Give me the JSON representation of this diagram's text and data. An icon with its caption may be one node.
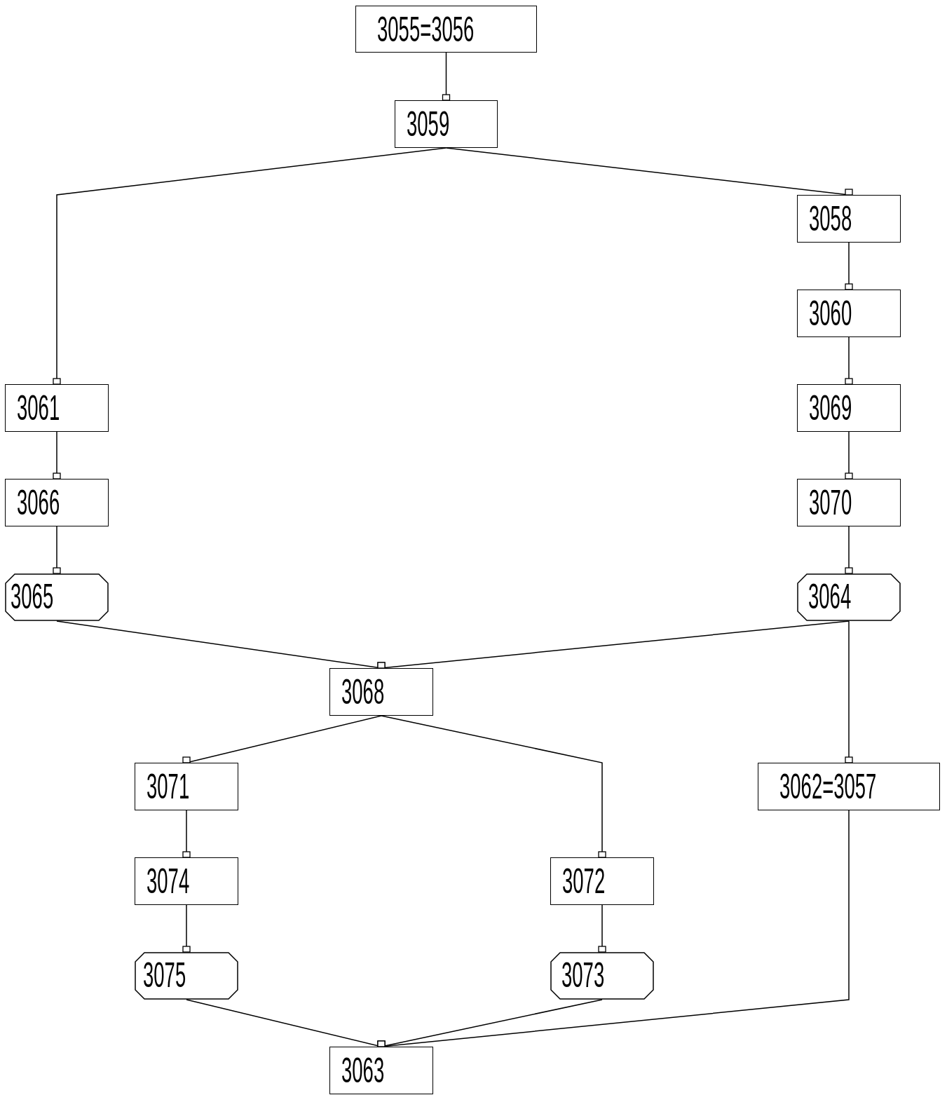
{
  "diagram": {
    "nodes": [
      {
        "text": [
          "3055=3056"
        ]
      },
      {
        "text": [
          "3059"
        ]
      },
      {
        "text": [
          "3058"
        ]
      },
      {
        "text": [
          "3060"
        ]
      },
      {
        "text": [
          "3061"
        ]
      },
      {
        "text": [
          "3069"
        ]
      },
      {
        "text": [
          "3066"
        ]
      },
      {
        "text": [
          "3070"
        ]
      },
      {
        "text": [
          "3065"
        ]
      },
      {
        "text": [
          "3064"
        ]
      },
      {
        "text": [
          "3068"
        ]
      },
      {
        "text": [
          "3071"
        ]
      },
      {
        "text": [
          "3062=3057"
        ]
      },
      {
        "text": [
          "3074"
        ]
      },
      {
        "text": [
          "3072"
        ]
      },
      {
        "text": [
          "3075"
        ]
      },
      {
        "text": [
          "3073"
        ]
      },
      {
        "text": [
          "3063"
        ]
      }
    ],
    "edges": [
      {
        "from": 0,
        "to": 1,
        "arrow": "other"
      },
      {
        "from": 1,
        "to": 4,
        "arrow": "other"
      },
      {
        "from": 1,
        "to": 2,
        "arrow": "other"
      },
      {
        "from": 2,
        "to": 3,
        "arrow": "other"
      },
      {
        "from": 3,
        "to": 5,
        "arrow": "other"
      },
      {
        "from": 5,
        "to": 7,
        "arrow": "other"
      },
      {
        "from": 7,
        "to": 9,
        "arrow": "other"
      },
      {
        "from": 4,
        "to": 6,
        "arrow": "other"
      },
      {
        "from": 6,
        "to": 8,
        "arrow": "other"
      },
      {
        "from": 8,
        "to": 10,
        "arrow": "other"
      },
      {
        "from": 9,
        "to": 10,
        "arrow": "other"
      },
      {
        "from": 10,
        "to": 11,
        "arrow": "other"
      },
      {
        "from": 10,
        "to": 14,
        "arrow": "other"
      },
      {
        "from": 11,
        "to": 13,
        "arrow": "other"
      },
      {
        "from": 13,
        "to": 15,
        "arrow": "other"
      },
      {
        "from": 14,
        "to": 16,
        "arrow": "other"
      },
      {
        "from": 9,
        "to": 12,
        "arrow": "other"
      },
      {
        "from": 15,
        "to": 17,
        "arrow": "other"
      },
      {
        "from": 16,
        "to": 17,
        "arrow": "other"
      },
      {
        "from": 12,
        "to": 17,
        "arrow": "other"
      }
    ]
  }
}
